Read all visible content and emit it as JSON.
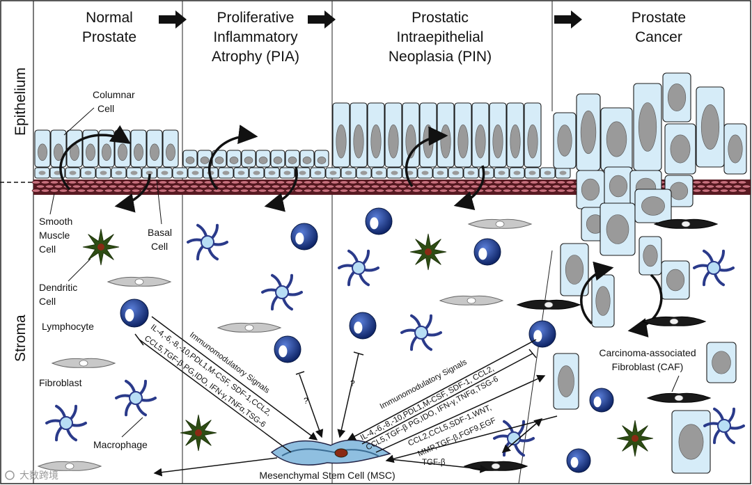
{
  "stages": [
    {
      "line1": "Normal",
      "line2": "Prostate",
      "line3": ""
    },
    {
      "line1": "Proliferative",
      "line2": "Inflammatory",
      "line3": "Atrophy (PIA)"
    },
    {
      "line1": "Prostatic",
      "line2": "Intraepithelial",
      "line3": "Neoplasia (PIN)"
    },
    {
      "line1": "Prostate",
      "line2": "Cancer",
      "line3": ""
    }
  ],
  "regions": {
    "epithelium": "Epithelium",
    "stroma": "Stroma"
  },
  "cell_labels": {
    "columnar_1": "Columnar",
    "columnar_2": "Cell",
    "smooth_1": "Smooth",
    "smooth_2": "Muscle",
    "smooth_3": "Cell",
    "basal_1": "Basal",
    "basal_2": "Cell",
    "dendritic_1": "Dendritic",
    "dendritic_2": "Cell",
    "lymphocyte": "Lymphocyte",
    "fibroblast": "Fibroblast",
    "macrophage": "Macrophage",
    "caf_1": "Carcinoma-associated",
    "caf_2": "Fibroblast (CAF)",
    "msc": "Mesenchymal Stem Cell (MSC)"
  },
  "signals": {
    "left_title": "Immunomodulatory Signals",
    "left_1": "IL-4,-6,-8,-10,PDL1,M-CSF, SDF-1,CCL2,",
    "left_2": "CCL5,TGF-β PG,IDO, IFN-γ,TNFα,TSG-6",
    "right_title": "Immunomodulatory Signals",
    "right_1": "IL-4,-6,-8,-10,PDL1,M-CSF, SDF-1, CCL2,",
    "right_2": "CCL5,TGF-β PG,IDO, IFN-γ,TNFα,TSG-6",
    "cancer_1": "CCL2,CCL5,SDF-1,WNT,",
    "cancer_2": "MMP,TGF-β,FGF9,EGF",
    "tgf": "TGF-β",
    "q": "?"
  },
  "watermark": "大数跨境",
  "colors": {
    "cell_fill": "#d6ecf8",
    "cell_stroke": "#1a1a1a",
    "nucleus": "#9a9a9a",
    "smooth_muscle": "#c9707e",
    "lymphocyte": "#1f3f8f",
    "macrophage": "#2a3a8a",
    "dendritic": "#2e4d14",
    "fibroblast": "#c8c8c8"
  }
}
